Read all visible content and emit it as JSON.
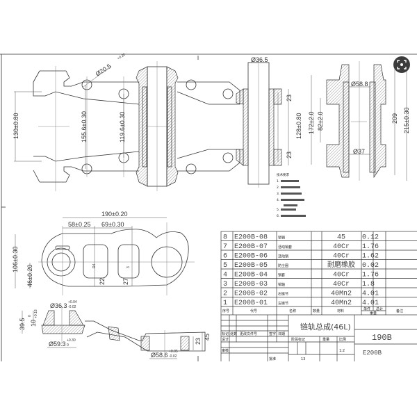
{
  "drawing": {
    "top_view_dims": {
      "d20_5": "Ø20.5",
      "d20_5_tol": "+0.20",
      "h130": "130±0.80",
      "h155_6": "155.6±0.30",
      "h119_6": "119.6±0.30",
      "d36_5": "Ø36.5",
      "w23a": "23",
      "w23b": "23",
      "h128": "128±0.80"
    },
    "section_dims": {
      "h172": "172±2.0",
      "h82": "82±2.0",
      "d58_8": "Ø58.8",
      "d37": "Ø37",
      "h209": "209",
      "h215": "215±0.30"
    },
    "side_view_dims": {
      "l190": "190±0.20",
      "l58": "58±0.25",
      "l69": "69±0.30",
      "h106": "106±0.30",
      "h46": "46±0.20",
      "r4": "R4",
      "d22": "22",
      "d27": "27",
      "d3": "3"
    },
    "link_section_dims": {
      "d36_3": "Ø36.3",
      "d36_3_up": "+0.04",
      "d36_3_lo": "-0.02",
      "h39_5": "39.5",
      "h10": "10",
      "h10_up": "+0.18",
      "h10_lo": "0",
      "d59_3": "Ø59.3",
      "d59_3_up": "+0.30",
      "d59_3_lo": "0",
      "h45": "45",
      "h23": "23",
      "d58_6": "Ø58.6",
      "d58_6_up": "+0.05",
      "d58_6_lo": "-0.02"
    },
    "notes": {
      "title": "技术要求",
      "items": [
        "1.",
        "2.",
        "3.",
        "4.",
        "5.",
        "6."
      ]
    }
  },
  "bom": {
    "rows": [
      {
        "no": "8",
        "code": "E200B-08",
        "name": "锁销",
        "material": "45",
        "weight": "0.12"
      },
      {
        "no": "7",
        "code": "E200B-07",
        "name": "活动销套",
        "material": "40Cr",
        "weight": "1.76"
      },
      {
        "no": "6",
        "code": "E200B-06",
        "name": "活动销",
        "material": "40Cr",
        "weight": "1.62"
      },
      {
        "no": "5",
        "code": "E200B-05",
        "name": "防尘圈",
        "material": "耐磨橡胶",
        "weight": "0.02"
      },
      {
        "no": "4",
        "code": "E200B-04",
        "name": "销套",
        "material": "40Cr",
        "weight": "1.76"
      },
      {
        "no": "3",
        "code": "E200B-03",
        "name": "销轴",
        "material": "40Cr",
        "weight": "1.8"
      },
      {
        "no": "2",
        "code": "E200B-02",
        "name": "右链节",
        "material": "40Mn2",
        "weight": "4.01"
      },
      {
        "no": "1",
        "code": "E200B-01",
        "name": "左链节",
        "material": "40Mn2",
        "weight": "4.01"
      }
    ],
    "header": {
      "no": "序号",
      "code": "代号",
      "name": "名称",
      "qty": "数量",
      "material": "材料",
      "unit": "单件",
      "total": "总计",
      "weight": "重量",
      "remark": "备注"
    }
  },
  "title_block": {
    "title": "链轨总成(46L)",
    "model": "190B",
    "drawing_no": "E200B",
    "scale": "1:2",
    "sheet_count": "13",
    "designer_label": "设计",
    "check_label": "审核",
    "approve_label": "批准",
    "stage_label": "阶段标记",
    "weight_label": "重量",
    "scale_label": "比例",
    "mark_label": "标记",
    "qty_label": "处数",
    "doc_label": "更改文件号",
    "sign_label": "签字",
    "date_label": "日期"
  },
  "overlay": {
    "lens_icon": "lens-search-icon",
    "color": "#3c3c3c"
  }
}
